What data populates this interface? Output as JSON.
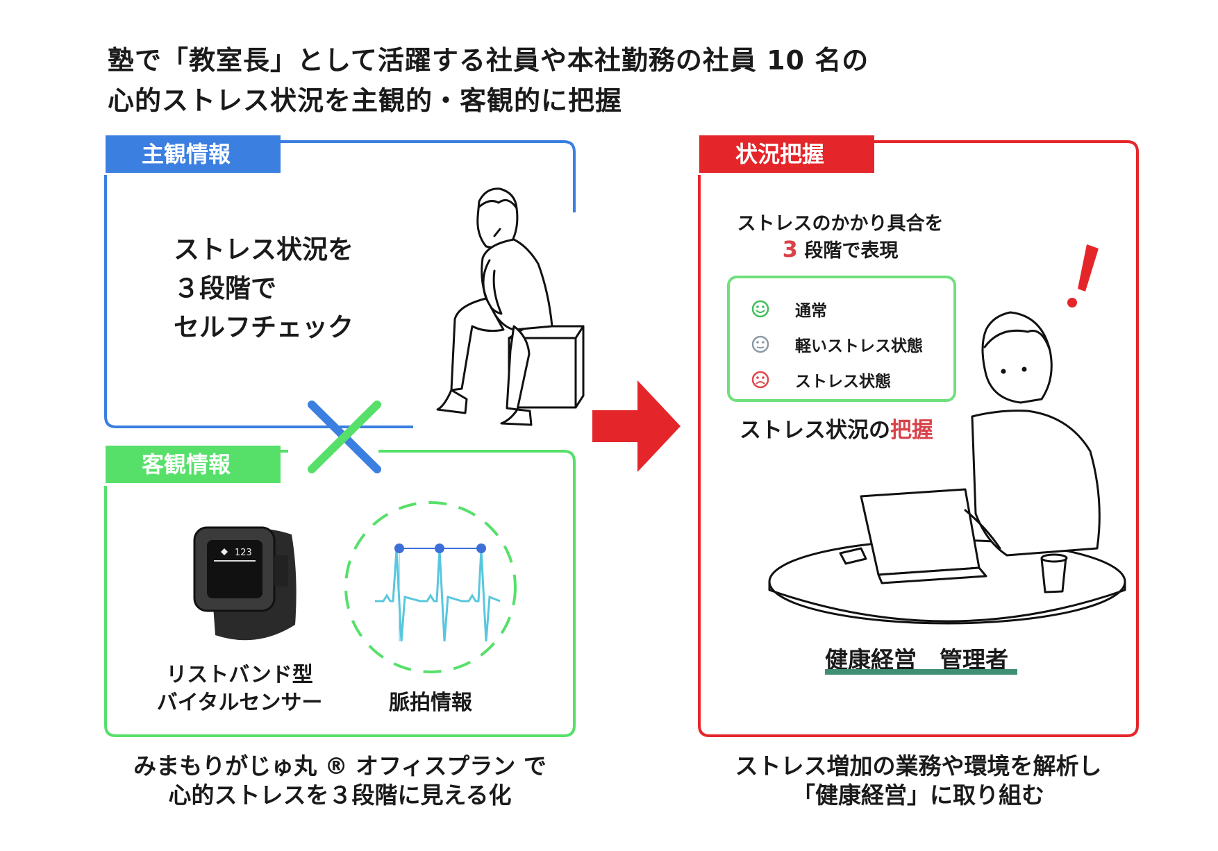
{
  "title": {
    "line1": "塾で「教室長」として活躍する社員や本社勤務の社員 10 名の",
    "line2": "心的ストレス状況を主観的・客観的に把握"
  },
  "subjective": {
    "tab_label": "主観情報",
    "line1": "ストレス状況を",
    "line2": "３段階で",
    "line3": "セルフチェック"
  },
  "objective": {
    "tab_label": "客観情報",
    "device_line1": "リストバンド型",
    "device_line2": "バイタルセンサー",
    "watch_display": "123",
    "pulse_label": "脈拍情報",
    "caption_line1": "みまもりがじゅ丸 ® オフィスプラン で",
    "caption_line2": "心的ストレスを３段階に見える化"
  },
  "situation": {
    "tab_label": "状況把握",
    "desc_line1": "ストレスのかかり具合を",
    "desc_num": "3",
    "desc_line2_rest": " 段階で表現",
    "levels": [
      {
        "label": "通常",
        "icon": "smile-face-icon",
        "color": "#3fbf5a"
      },
      {
        "label": "軽いストレス状態",
        "icon": "neutral-face-icon",
        "color": "#8a9aa6"
      },
      {
        "label": "ストレス状態",
        "icon": "sad-face-icon",
        "color": "#e0464c"
      }
    ],
    "grasp_prefix": "ストレス状況の",
    "grasp_highlight": "把握",
    "manager_label": "健康経営　管理者",
    "caption_line1": "ストレス増加の業務や環境を解析し",
    "caption_line2": "「健康経営」に取り組む"
  },
  "colors": {
    "blue": "#3b7fe0",
    "green": "#56e06a",
    "red": "#e4262b",
    "legend_border": "#6fe07c",
    "manager_underline": "#3f8f72",
    "pulse": "#58c7de",
    "pulse_dot": "#3d6fd8"
  }
}
